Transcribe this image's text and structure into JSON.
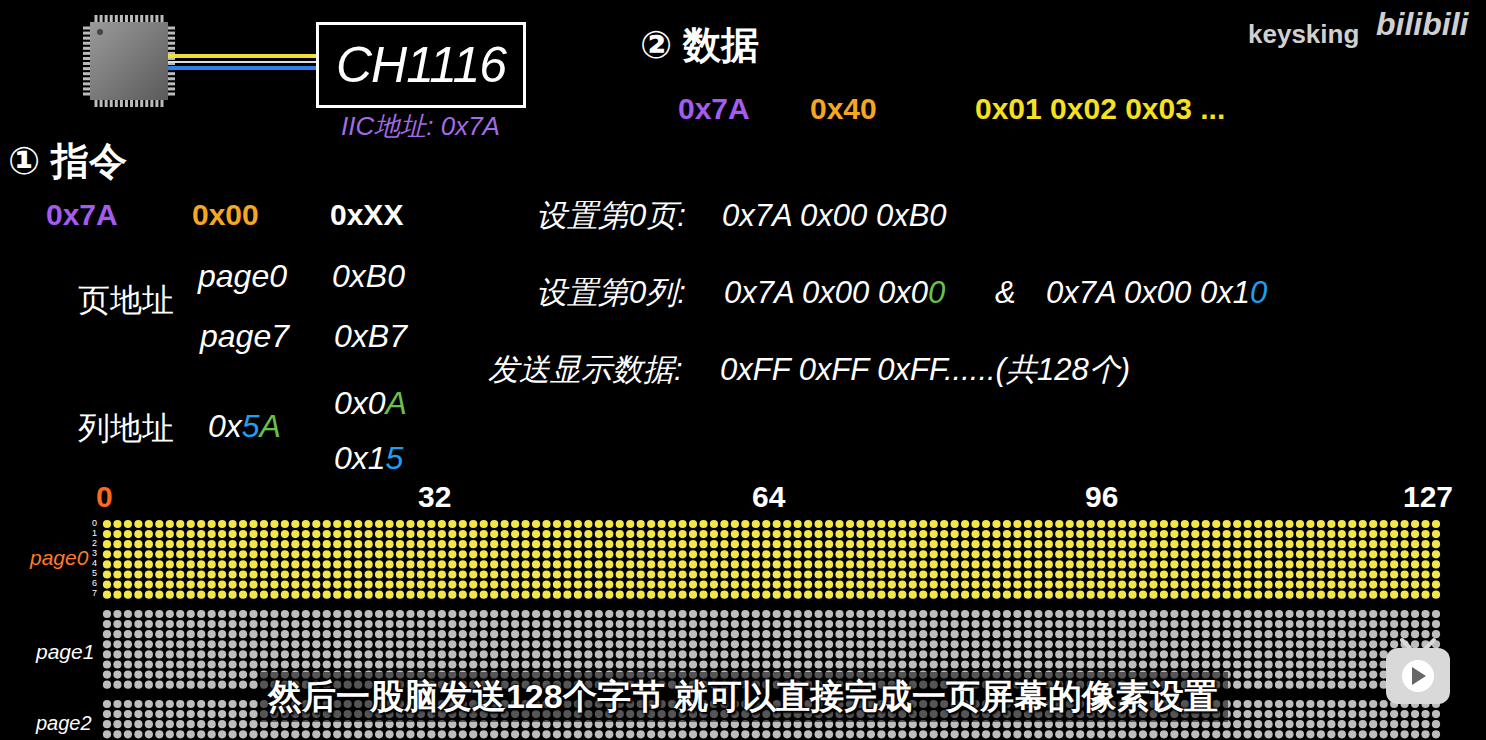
{
  "diagram": {
    "caption": "然后一股脑发送128个字节 就可以直接完成一页屏幕的像素设置",
    "nodes": [
      {
        "text": [
          "CH1116",
          "IIC地址: 0x7A"
        ]
      }
    ],
    "labels": [
      "keysking",
      "bilibili",
      "② 数据",
      "0x7A",
      "0x40",
      "0x01 0x02 0x03 ...",
      "① 指令",
      "0x7A",
      "0x00",
      "0xXX",
      "设置第0页:",
      "0x7A 0x00 0xB0",
      "页地址",
      "page0",
      "0xB0",
      "设置第0列:",
      "0x7A 0x00 0x00",
      "&",
      "0x7A 0x00 0x10",
      "page7",
      "0xB7",
      "发送显示数据:",
      "0xFF 0xFF 0xFF......(共128个)",
      "0x0A",
      "列地址",
      "0x5A",
      "0x15",
      "0",
      "32",
      "64",
      "96",
      "127",
      "0",
      "1",
      "2",
      "3",
      "4",
      "5",
      "6",
      "7",
      "page0",
      "page1",
      "page2"
    ]
  }
}
